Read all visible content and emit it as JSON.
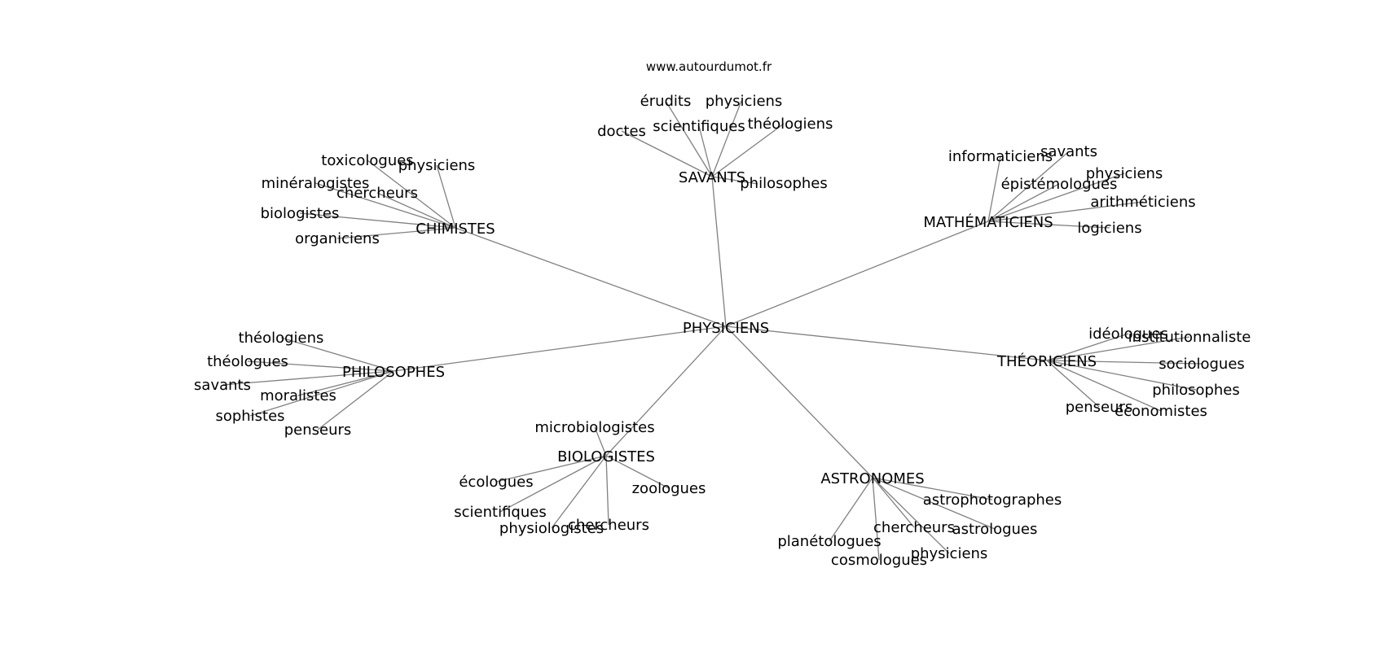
{
  "header": {
    "site": "www.autourdumot.fr"
  },
  "graph": {
    "center": "PHYSICIENS",
    "hubs": [
      {
        "name": "SAVANTS",
        "leaves": [
          "érudits",
          "physiciens",
          "scientifiques",
          "théologiens",
          "doctes",
          "philosophes"
        ]
      },
      {
        "name": "CHIMISTES",
        "leaves": [
          "toxicologues",
          "physiciens",
          "minéralogistes",
          "chercheurs",
          "biologistes",
          "organiciens"
        ]
      },
      {
        "name": "MATHÉMATICIENS",
        "leaves": [
          "informaticiens",
          "savants",
          "physiciens",
          "épistémologues",
          "arithméticiens",
          "logiciens"
        ]
      },
      {
        "name": "PHILOSOPHES",
        "leaves": [
          "théologiens",
          "théologues",
          "savants",
          "moralistes",
          "sophistes",
          "penseurs"
        ]
      },
      {
        "name": "THÉORICIENS",
        "leaves": [
          "idéologues",
          "institutionnaliste",
          "sociologues",
          "philosophes",
          "penseurs",
          "économistes"
        ]
      },
      {
        "name": "BIOLOGISTES",
        "leaves": [
          "microbiologistes",
          "écologues",
          "zoologues",
          "scientifiques",
          "physiologistes",
          "chercheurs"
        ]
      },
      {
        "name": "ASTRONOMES",
        "leaves": [
          "astrophotographes",
          "astrologues",
          "chercheurs",
          "planétologues",
          "physiciens",
          "cosmologues"
        ]
      }
    ]
  }
}
